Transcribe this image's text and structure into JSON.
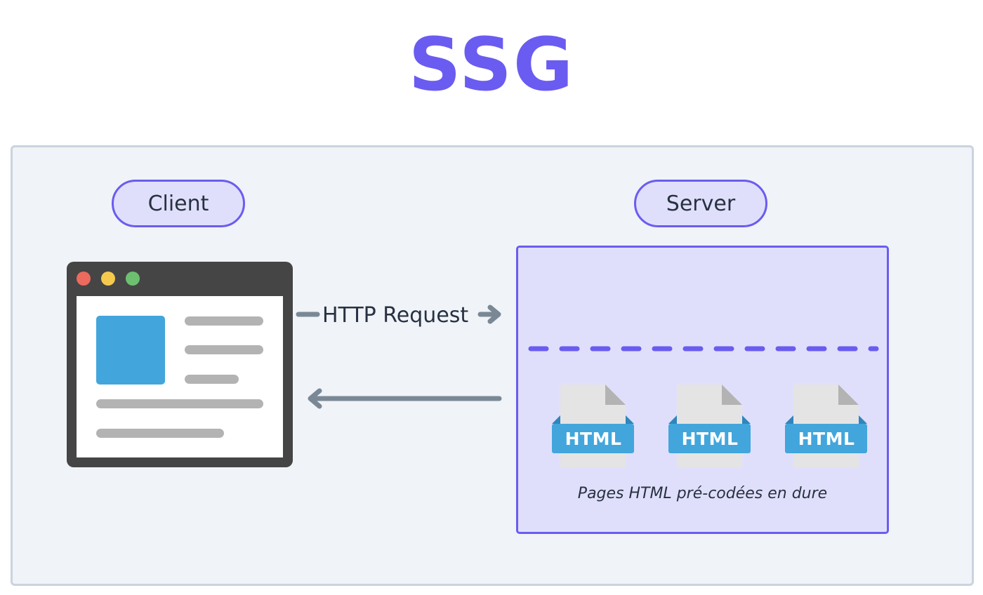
{
  "title": "SSG",
  "client": {
    "label": "Client"
  },
  "server": {
    "label": "Server",
    "files": [
      "HTML",
      "HTML",
      "HTML"
    ],
    "caption": "Pages HTML pré-codées en dure"
  },
  "arrows": {
    "request_label": "HTTP Request"
  },
  "colors": {
    "accent": "#6a5cf0",
    "accent_light": "#e0dffb",
    "html_blue": "#42a6dc",
    "arrow_gray": "#7a8896",
    "text_dark": "#273142",
    "window_close": "#ec6a5e",
    "window_minimize": "#f4c94e",
    "window_maximize": "#6cc070"
  }
}
